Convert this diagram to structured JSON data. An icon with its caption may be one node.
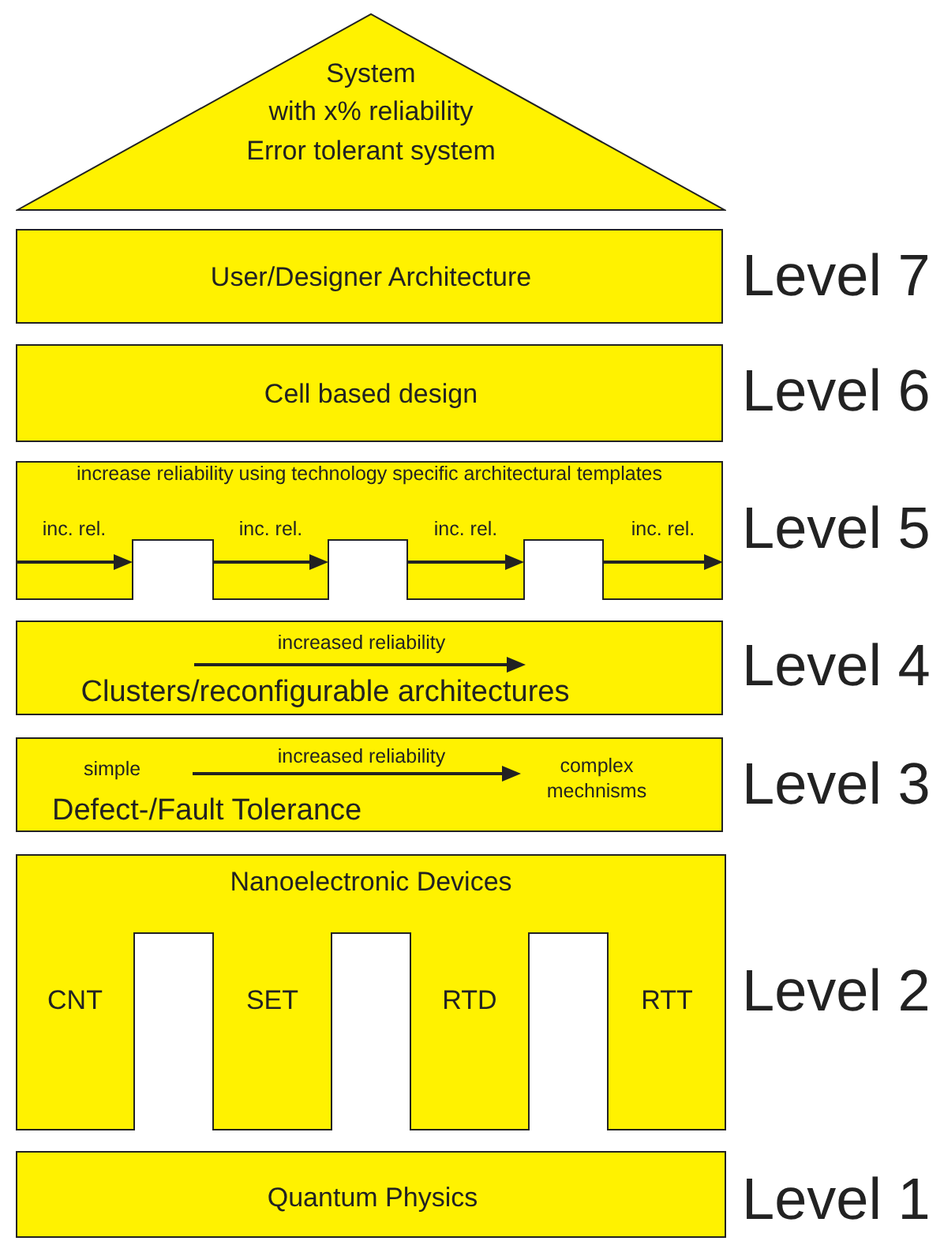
{
  "diagram": {
    "nodes": [
      {
        "text": [
          "System",
          "with x% reliability",
          "Error tolerant system"
        ]
      },
      {
        "text": [
          "User/Designer Architecture"
        ],
        "beside": [
          "Level 7"
        ]
      },
      {
        "text": [
          "Cell based design"
        ],
        "beside": [
          "Level 6"
        ]
      },
      {
        "text": [
          "increase reliability using technology specific architectural templates",
          "inc. rel.",
          "inc. rel.",
          "inc. rel.",
          "inc. rel."
        ],
        "beside": [
          "Level 5"
        ]
      },
      {
        "text": [
          "increased reliability",
          "Clusters/reconfigurable architectures"
        ],
        "beside": [
          "Level 4"
        ]
      },
      {
        "text": [
          "simple",
          "increased reliability",
          "complex mechnisms",
          "Defect-/Fault Tolerance"
        ],
        "beside": [
          "Level 3"
        ]
      },
      {
        "text": [
          "Nanoelectronic Devices",
          "CNT",
          "SET",
          "RTD",
          "RTT"
        ],
        "beside": [
          "Level 2"
        ]
      },
      {
        "text": [
          "Quantum Physics"
        ],
        "beside": [
          "Level 1"
        ]
      }
    ]
  }
}
